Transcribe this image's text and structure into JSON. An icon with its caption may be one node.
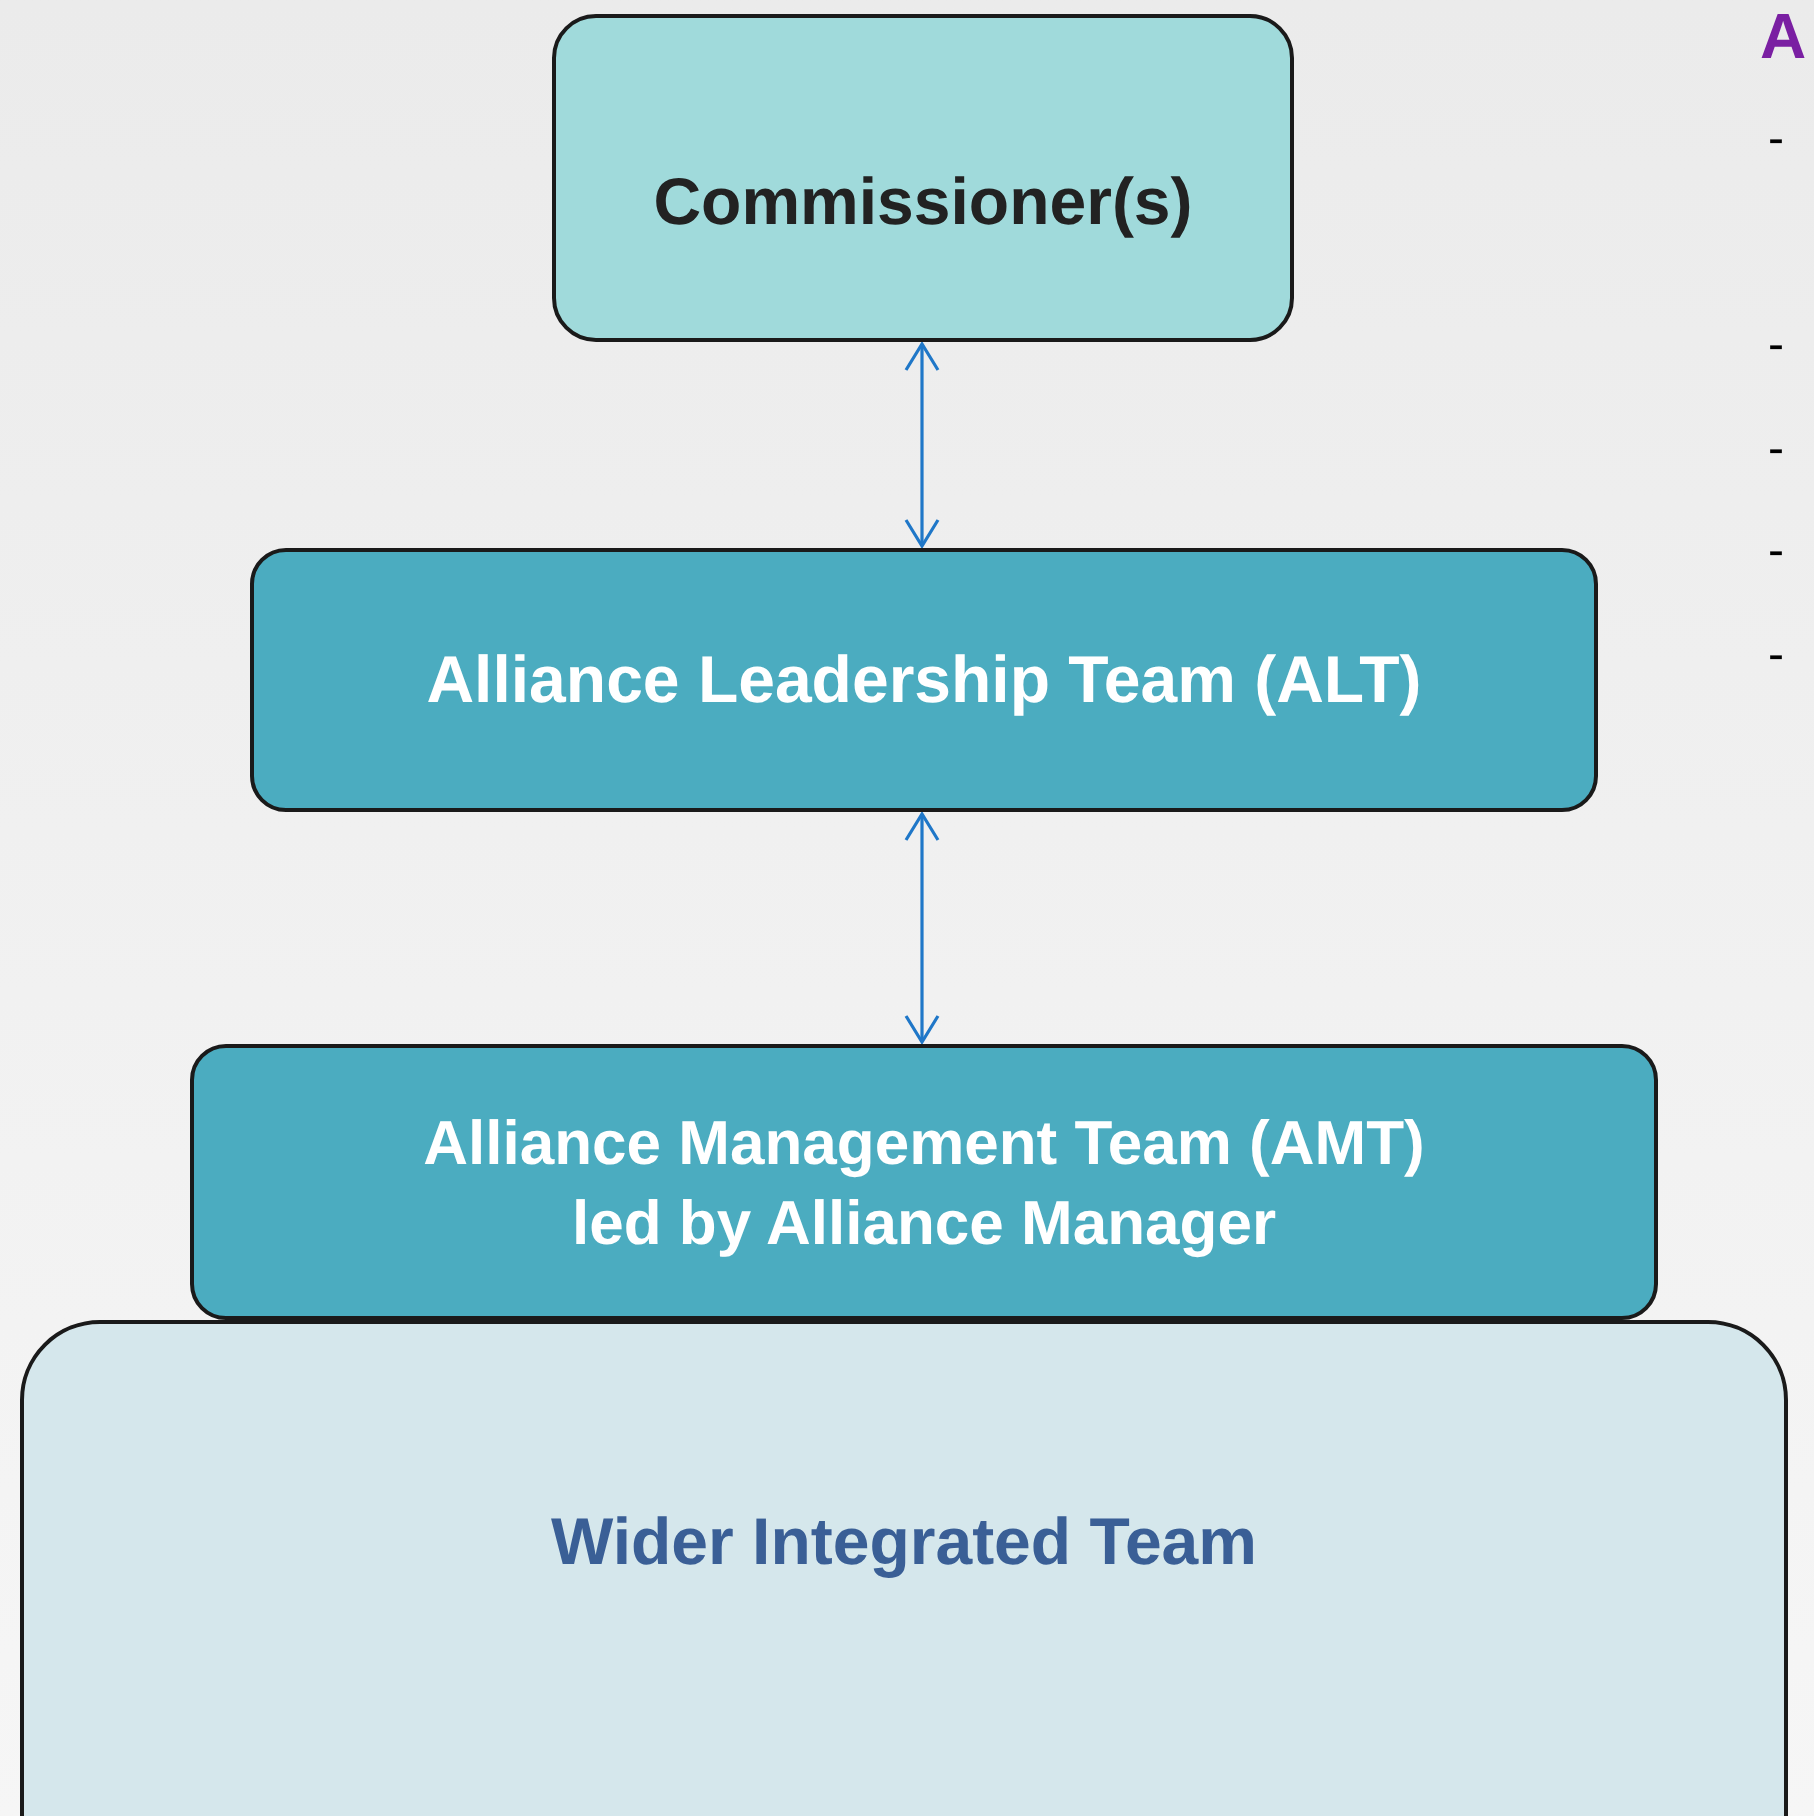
{
  "diagram": {
    "nodes": [
      {
        "text": [
          "Commissioner(s)"
        ]
      },
      {
        "text": [
          "Alliance Leadership Team (ALT)"
        ]
      },
      {
        "text": [
          "Alliance Management Team (AMT) led by Alliance Manager"
        ]
      },
      {
        "text": [
          "Wider Integrated Team"
        ]
      }
    ],
    "edges": [
      {
        "from": 0,
        "to": 1,
        "arrow": "both"
      },
      {
        "from": 1,
        "to": 2,
        "arrow": "both"
      }
    ],
    "labels": [
      "A",
      "-",
      "-",
      "-",
      "-",
      "-"
    ]
  }
}
